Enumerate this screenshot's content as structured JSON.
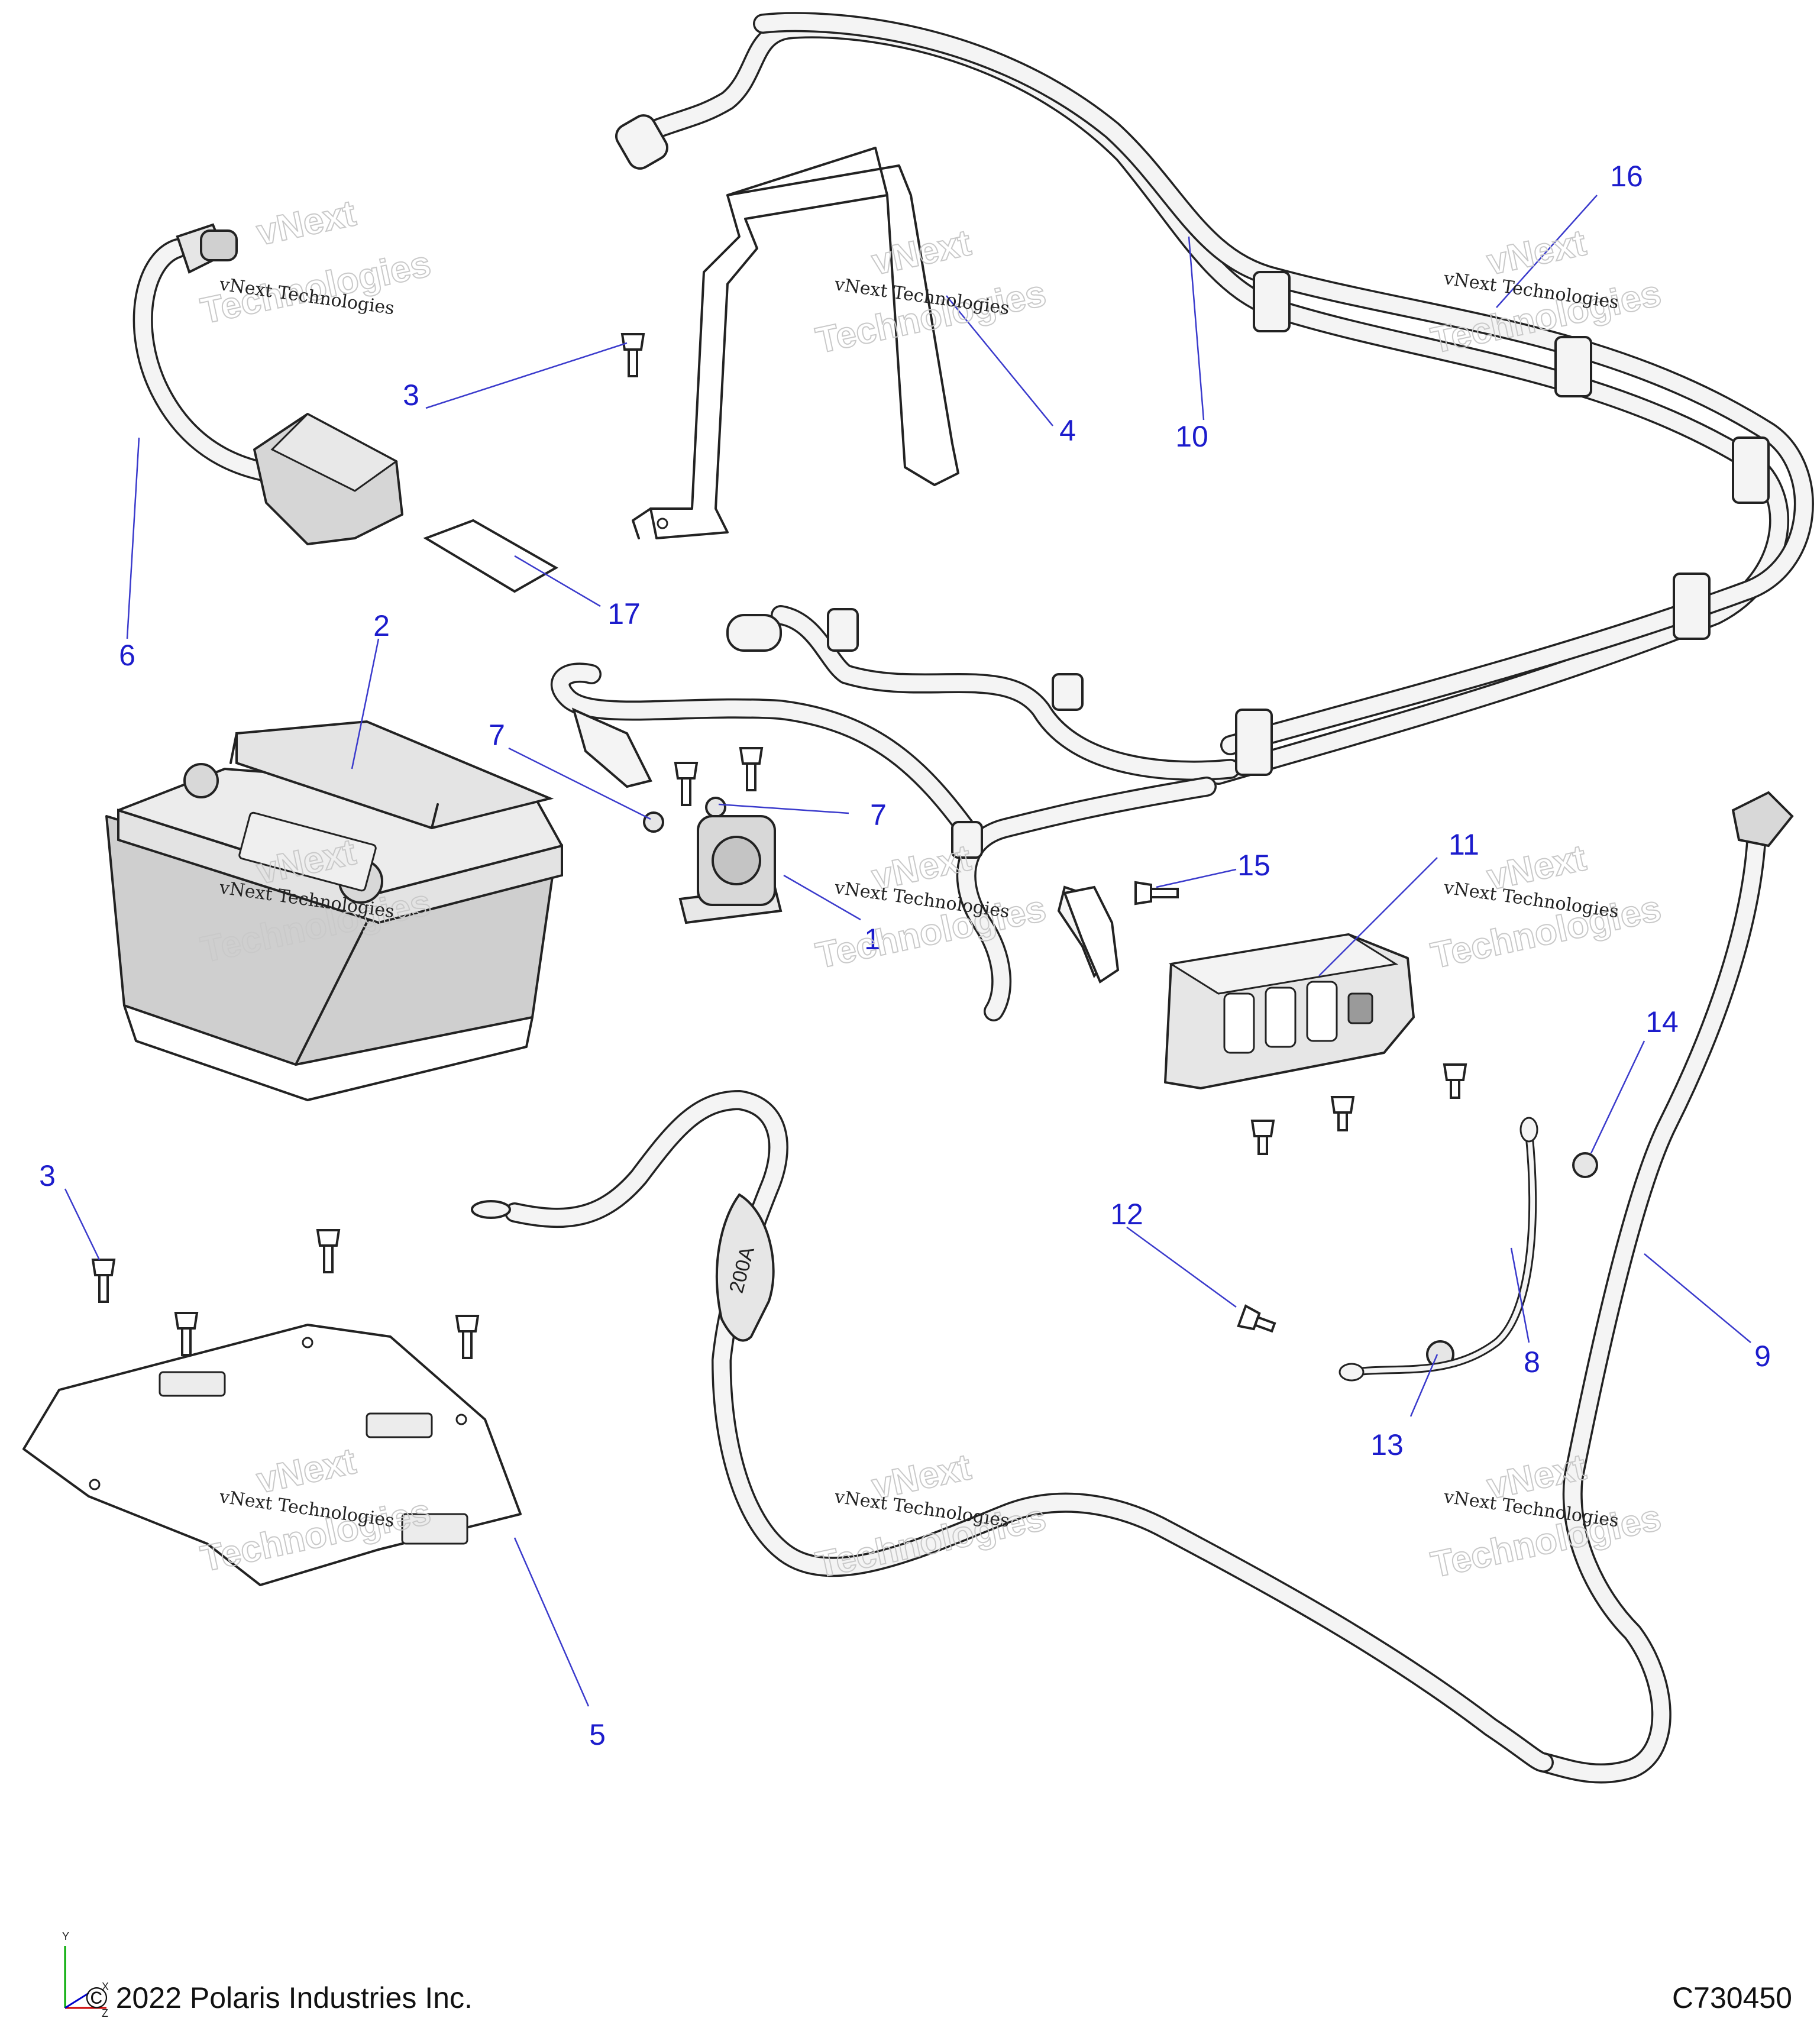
{
  "callouts": [
    {
      "id": "1",
      "label": "1"
    },
    {
      "id": "2",
      "label": "2"
    },
    {
      "id": "3a",
      "label": "3"
    },
    {
      "id": "3b",
      "label": "3"
    },
    {
      "id": "4",
      "label": "4"
    },
    {
      "id": "5",
      "label": "5"
    },
    {
      "id": "6",
      "label": "6"
    },
    {
      "id": "7a",
      "label": "7"
    },
    {
      "id": "7b",
      "label": "7"
    },
    {
      "id": "8",
      "label": "8"
    },
    {
      "id": "9",
      "label": "9"
    },
    {
      "id": "10",
      "label": "10"
    },
    {
      "id": "11",
      "label": "11"
    },
    {
      "id": "12",
      "label": "12"
    },
    {
      "id": "13",
      "label": "13"
    },
    {
      "id": "14",
      "label": "14"
    },
    {
      "id": "15",
      "label": "15"
    },
    {
      "id": "16",
      "label": "16"
    },
    {
      "id": "17",
      "label": "17"
    }
  ],
  "fuse_label": "200A",
  "watermark": {
    "brand": "vNext",
    "line1": "vNext Technologies",
    "line2": "Technologies"
  },
  "axis": {
    "y": "Y",
    "x": "X",
    "z": "Z"
  },
  "footer": {
    "copyright": "© 2022 Polaris Industries Inc.",
    "code": "C730450"
  },
  "colors": {
    "callout": "#1c1ccc",
    "leader": "#3a3acc",
    "part_fill": "#cfcfcf",
    "outline": "#222222"
  }
}
